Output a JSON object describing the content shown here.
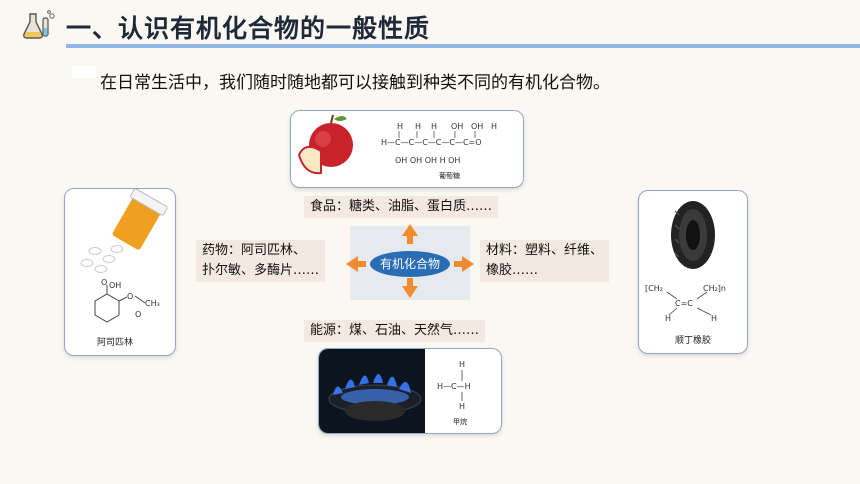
{
  "header": {
    "title": "一、认识有机化合物的一般性质"
  },
  "intro": "在日常生活中，我们随时随地都可以接触到种类不同的有机化合物。",
  "center": {
    "label": "有机化合物"
  },
  "categories": {
    "food": "食品：糖类、油脂、蛋白质……",
    "medicine_line1": "药物：阿司匹林、",
    "medicine_line2": "扑尔敏、多酶片……",
    "materials_line1": "材料：塑料、纤维、",
    "materials_line2": "橡胶……",
    "energy": "能源：煤、石油、天然气……"
  },
  "captions": {
    "glucose": "葡萄糖",
    "aspirin": "阿司匹林",
    "rubber": "顺丁橡胶",
    "methane": "甲烷"
  },
  "colors": {
    "title_bar": "#8fb7e8",
    "center_ellipse": "#2a6db5",
    "arrow": "#f08b2e",
    "label_bg": "#f3e9e0",
    "card_border": "#8fa8cf"
  }
}
